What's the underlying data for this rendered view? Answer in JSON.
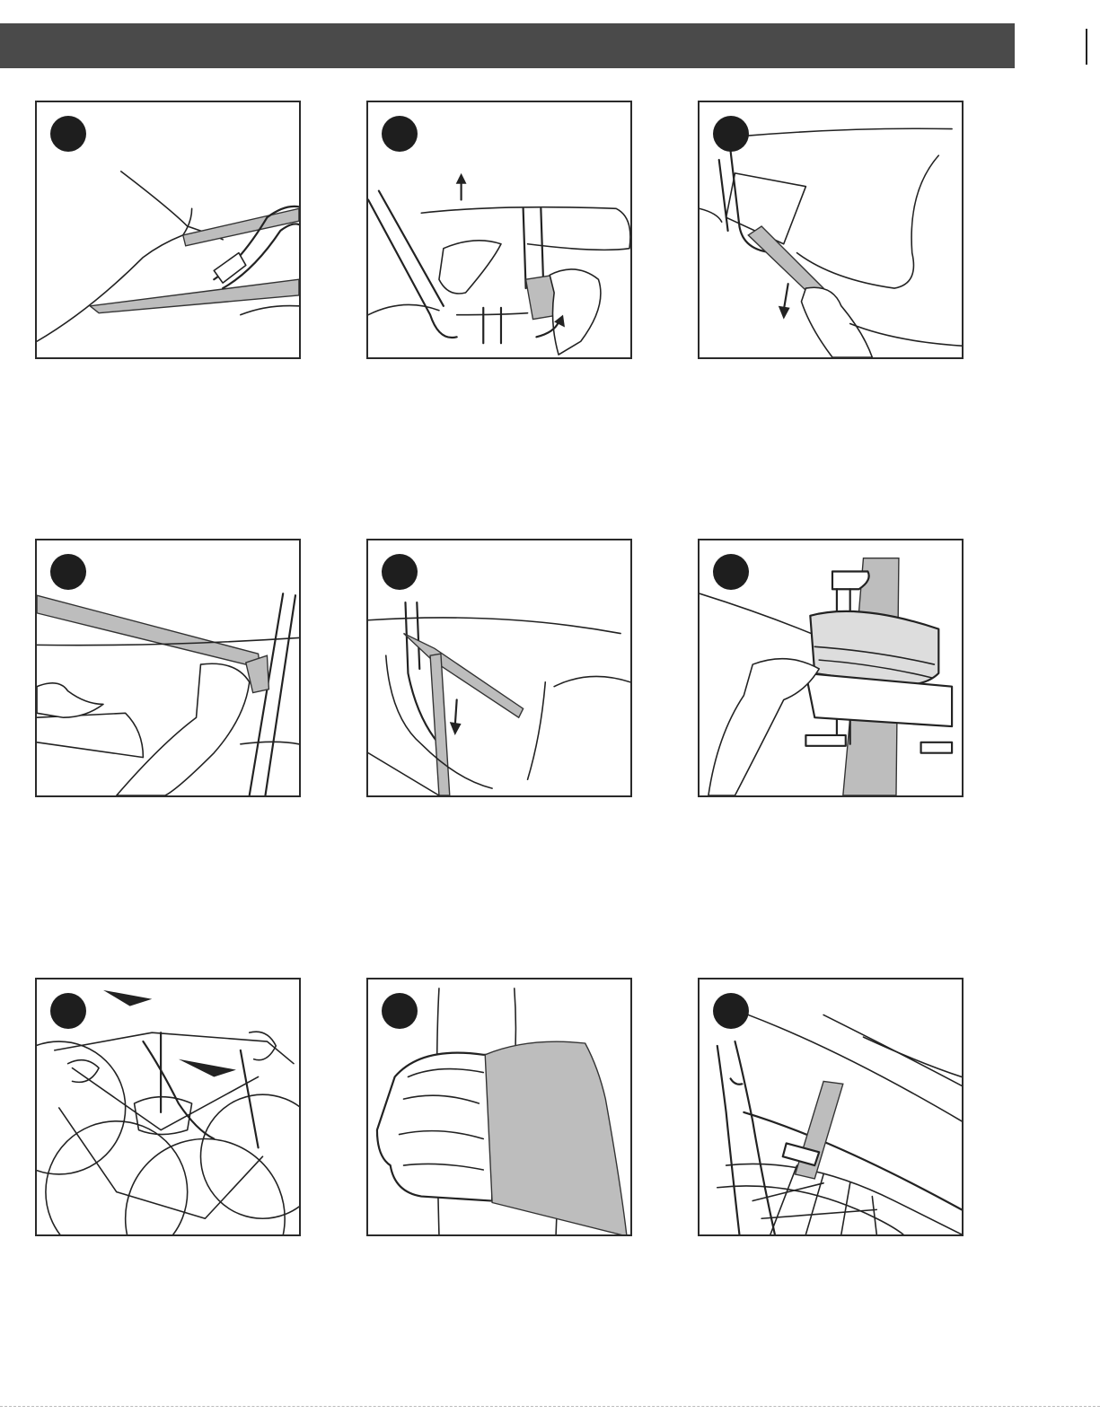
{
  "page": {
    "header_color": "#4a4a4a",
    "strap_color": "#bdbdbd"
  },
  "steps": [
    {
      "id": 1,
      "badge_icon": "step-badge-icon",
      "illustration": "rack-strap-over-trunk-icon"
    },
    {
      "id": 2,
      "badge_icon": "step-badge-icon",
      "illustration": "lift-rack-hook-strap-icon"
    },
    {
      "id": 3,
      "badge_icon": "step-badge-icon",
      "illustration": "pull-strap-tight-icon"
    },
    {
      "id": 4,
      "badge_icon": "step-badge-icon",
      "illustration": "strap-over-roof-icon"
    },
    {
      "id": 5,
      "badge_icon": "step-badge-icon",
      "illustration": "tuck-strap-down-icon"
    },
    {
      "id": 6,
      "badge_icon": "step-badge-icon",
      "illustration": "cradle-clamp-icon"
    },
    {
      "id": 7,
      "badge_icon": "step-badge-icon",
      "illustration": "bikes-mounted-icon"
    },
    {
      "id": 8,
      "badge_icon": "step-badge-icon",
      "illustration": "protective-pad-icon"
    },
    {
      "id": 9,
      "badge_icon": "step-badge-icon",
      "illustration": "wheel-strap-icon"
    }
  ]
}
